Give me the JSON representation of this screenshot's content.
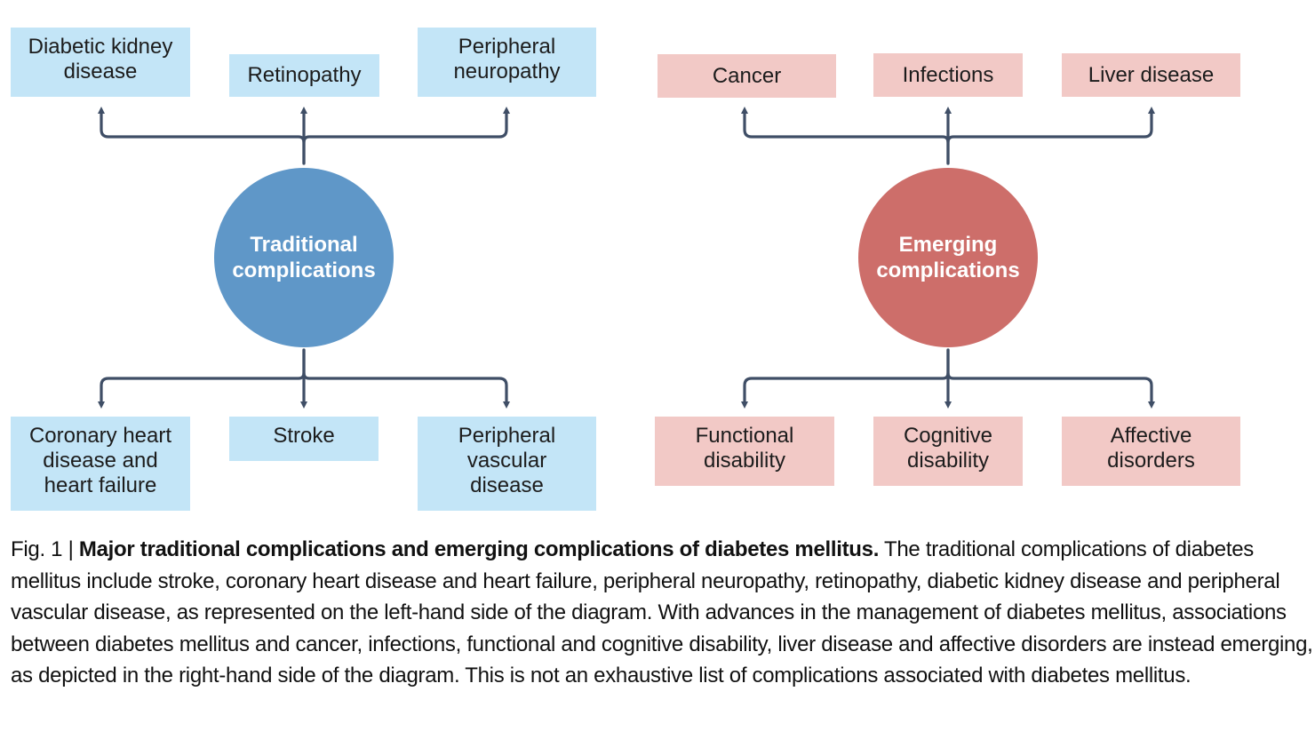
{
  "diagram": {
    "left": {
      "center_label": "Traditional complications",
      "center_color": "#5f97c8",
      "box_color": "#c3e5f7",
      "top_boxes": [
        "Diabetic kidney disease",
        "Retinopathy",
        "Peripheral neuropathy"
      ],
      "bottom_boxes": [
        "Coronary heart disease and heart failure",
        "Stroke",
        "Peripheral vascular disease"
      ]
    },
    "right": {
      "center_label": "Emerging complications",
      "center_color": "#cd6e6a",
      "box_color": "#f2c9c6",
      "top_boxes": [
        "Cancer",
        "Infections",
        "Liver disease"
      ],
      "bottom_boxes": [
        "Functional disability",
        "Cognitive disability",
        "Affective disorders"
      ]
    },
    "arrow_color": "#3f4e66"
  },
  "caption": {
    "fig_label": "Fig. 1 | ",
    "title": "Major traditional complications and emerging complications of diabetes mellitus.",
    "body": " The traditional complications of diabetes mellitus include stroke, coronary heart disease and heart failure, peripheral neuropathy, retinopathy, diabetic kidney disease and peripheral vascular disease, as represented on the left-hand side of the diagram. With advances in the management of diabetes mellitus, associations between diabetes mellitus and cancer, infections, functional and cognitive disability, liver disease and affective disorders are instead emerging, as depicted in the right-hand side of the diagram. This is not an exhaustive list of complications associated with diabetes mellitus."
  }
}
